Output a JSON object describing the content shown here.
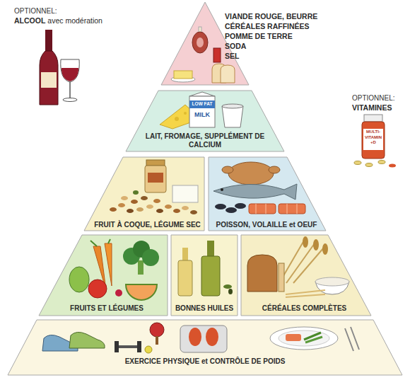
{
  "diagram": {
    "nodes": [
      {
        "text": [
          "VIANDE ROUGE, BEURRE",
          "CÉRÉALES RAFFINÉES",
          "POMME DE TERRE",
          "SODA",
          "SEL"
        ]
      },
      {
        "text": [
          "LAIT, FROMAGE, SUPPLÉMENT DE CALCIUM"
        ]
      },
      {
        "text": [
          "FRUIT À COQUE, LÉGUME SEC"
        ]
      },
      {
        "text": [
          "POISSON, VOLAILLE et OEUF"
        ]
      },
      {
        "text": [
          "FRUITS ET LÉGUMES"
        ]
      },
      {
        "text": [
          "BONNES HUILES"
        ]
      },
      {
        "text": [
          "CÉRÉALES COMPLÈTES"
        ]
      },
      {
        "text": [
          "EXERCICE PHYSIQUE et CONTRÔLE DE POIDS"
        ]
      }
    ],
    "labels": [
      "OPTIONNEL:",
      "ALCOOL",
      "avec modération",
      "OPTIONNEL:",
      "VITAMINES",
      "LOW FAT",
      "MILK",
      "MULTI-",
      "VITAMIN",
      "+D"
    ]
  }
}
